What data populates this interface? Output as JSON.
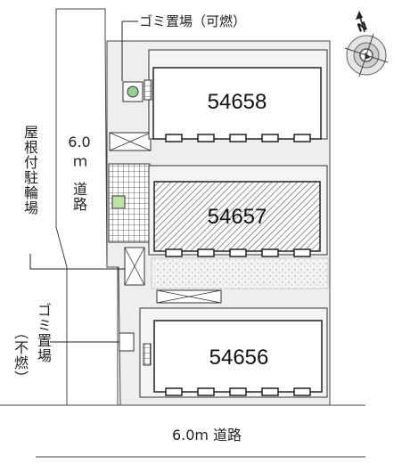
{
  "map": {
    "buildings": [
      {
        "id": "54658"
      },
      {
        "id": "54657",
        "highlighted": true
      },
      {
        "id": "54656"
      }
    ],
    "labels": {
      "garbage_burnable": "ゴミ置場（可燃）",
      "garbage_nonburnable_main": "ゴミ置場",
      "garbage_nonburnable_sub": "（不燃）",
      "bicycle_parking": "屋根付駐輪場",
      "road_vertical_width": "6.0",
      "road_vertical_unit": "ｍ",
      "road_vertical_name": "道路",
      "road_bottom": "6.0m 道路"
    },
    "compass": {
      "north": "N",
      "icon": "north-arrow-compass-icon"
    },
    "colors": {
      "site_fill": "#eeeeee",
      "building_fill": "#ffffff",
      "highlight_hatch": "#777777",
      "parking_grid": "#555555",
      "gravel": "#bbbbbb",
      "outline": "#333333"
    }
  }
}
